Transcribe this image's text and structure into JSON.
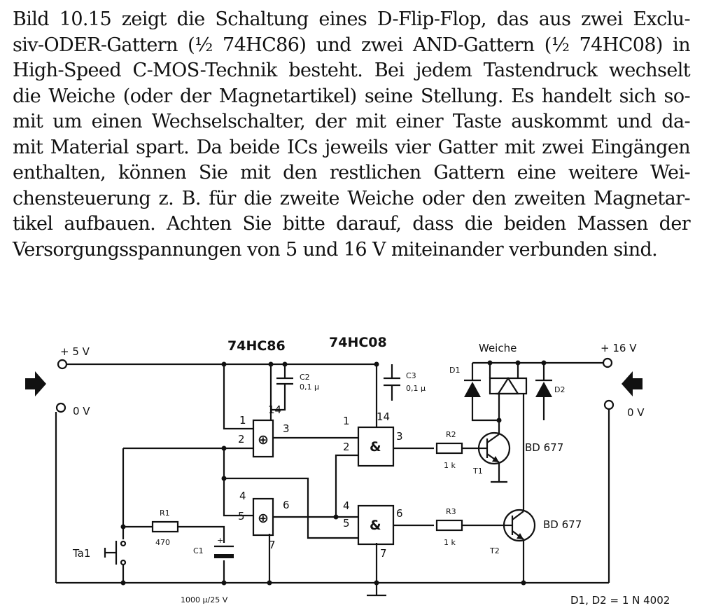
{
  "paragraph_lines": [
    "Bild 10.15 zeigt die Schaltung eines D-Flip-Flop, das aus zwei Exclu-",
    "siv-ODER-Gattern (½ 74HC86) und zwei AND-Gattern (½ 74HC08) in",
    "High-Speed C-MOS-Technik besteht. Bei jedem Tastendruck wechselt",
    "die Weiche (oder der Magnetartikel) seine Stellung. Es handelt sich so-",
    "mit um einen Wechselschalter, der mit einer Taste auskommt und da-",
    "mit Material spart. Da beide ICs jeweils vier Gatter mit zwei Eingängen",
    "enthalten, können Sie mit den restlichen Gattern eine weitere Wei-",
    "chensteuerung z. B. für die zweite Weiche oder den zweiten Magnetar-",
    "tikel aufbauen. Achten Sie bitte darauf, dass die beiden Massen der",
    "Versorgungsspannungen von 5 und 16 V miteinander verbunden sind."
  ],
  "schematic": {
    "ic_xor": "74HC86",
    "ic_and": "74HC08",
    "supply_5v": "+ 5 V",
    "supply_16v": "+ 16 V",
    "ground_left": "0 V",
    "ground_right": "0 V",
    "load_label": "Weiche",
    "c2_name": "C2",
    "c2_value": "0,1 µ",
    "c3_name": "C3",
    "c3_value": "0,1 µ",
    "r1_name": "R1",
    "r1_value": "470",
    "c1_name": "C1",
    "c1_value": "1000 µ/25 V",
    "r2_name": "R2",
    "r2_value": "1 k",
    "r3_name": "R3",
    "r3_value": "1 k",
    "t1_name": "T1",
    "t1_type": "BD 677",
    "t2_name": "T2",
    "t2_type": "BD 677",
    "d1_name": "D1",
    "d2_name": "D2",
    "switch_name": "Ta1",
    "xor_symbol": "⊕",
    "and_symbol": "&",
    "pins": {
      "x1_a": "1",
      "x1_b": "2",
      "x1_out": "3",
      "x1_vcc": "14",
      "x2_a": "4",
      "x2_b": "5",
      "x2_out": "6",
      "x2_gnd": "7",
      "a1_a": "1",
      "a1_b": "2",
      "a1_out": "3",
      "a1_vcc": "14",
      "a2_a": "4",
      "a2_b": "5",
      "a2_out": "6",
      "a2_gnd": "7"
    },
    "footnote": "D1, D2 = 1 N 4002"
  }
}
